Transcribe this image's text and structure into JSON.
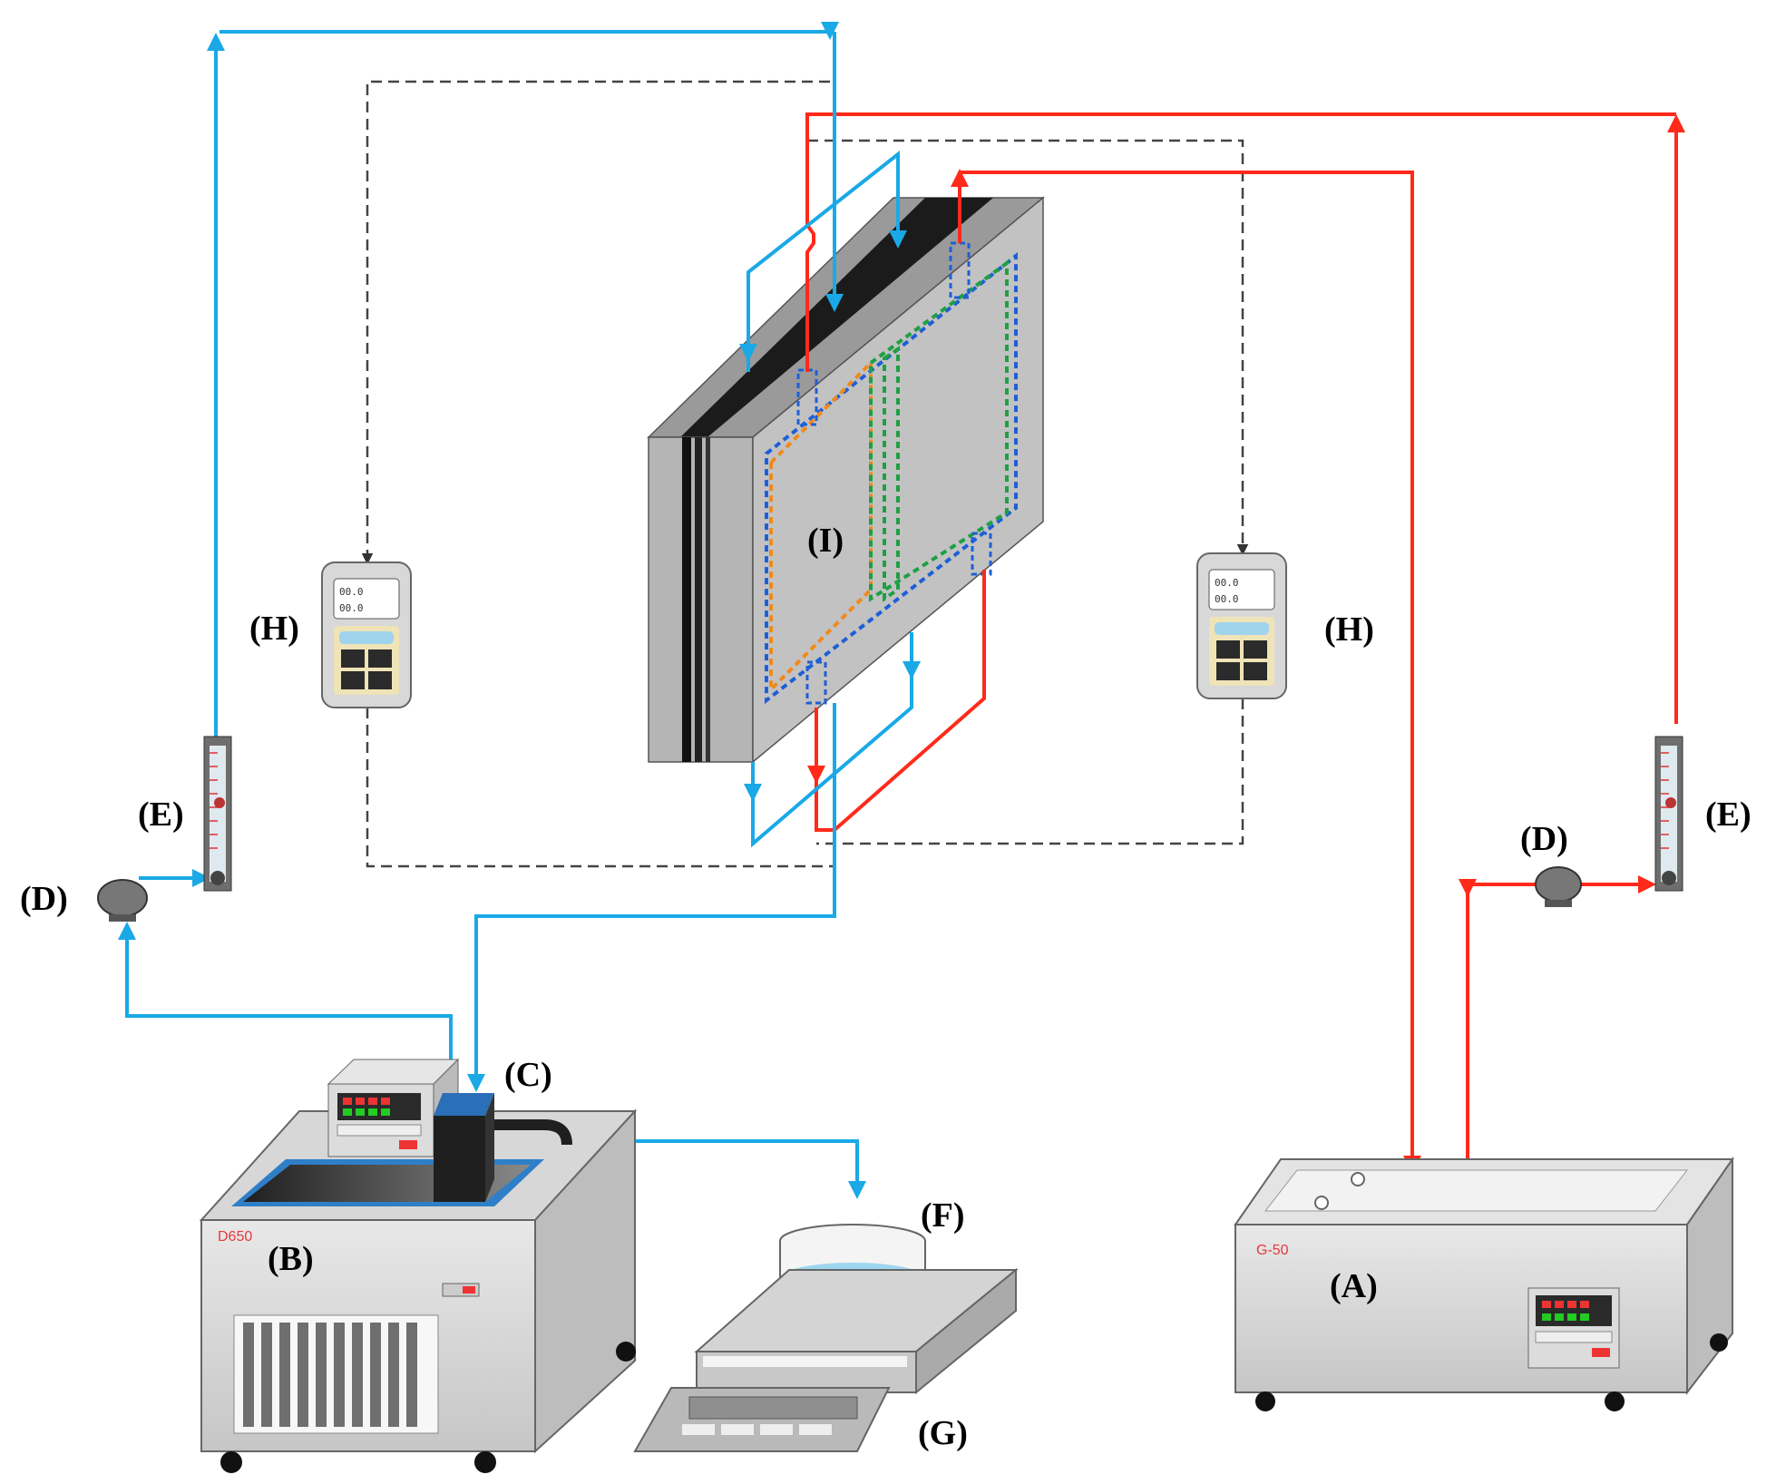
{
  "labels": {
    "A": "(A)",
    "B": "(B)",
    "C": "(C)",
    "D": "(D)",
    "E": "(E)",
    "F": "(F)",
    "G": "(G)",
    "H": "(H)",
    "I": "(I)"
  },
  "device_text": {
    "bath_a_model": "G-50",
    "bath_b_model": "D650",
    "meter_line1": "00.0",
    "meter_line2": "00.0"
  },
  "colors": {
    "hot_line": "#ff2a1a",
    "cold_line": "#1aa9e6",
    "signal_line": "#444444",
    "channel_blue": "#1e5fd6",
    "channel_orange": "#f08a1c",
    "channel_green": "#1ea043",
    "water": "#bfe6f7"
  }
}
